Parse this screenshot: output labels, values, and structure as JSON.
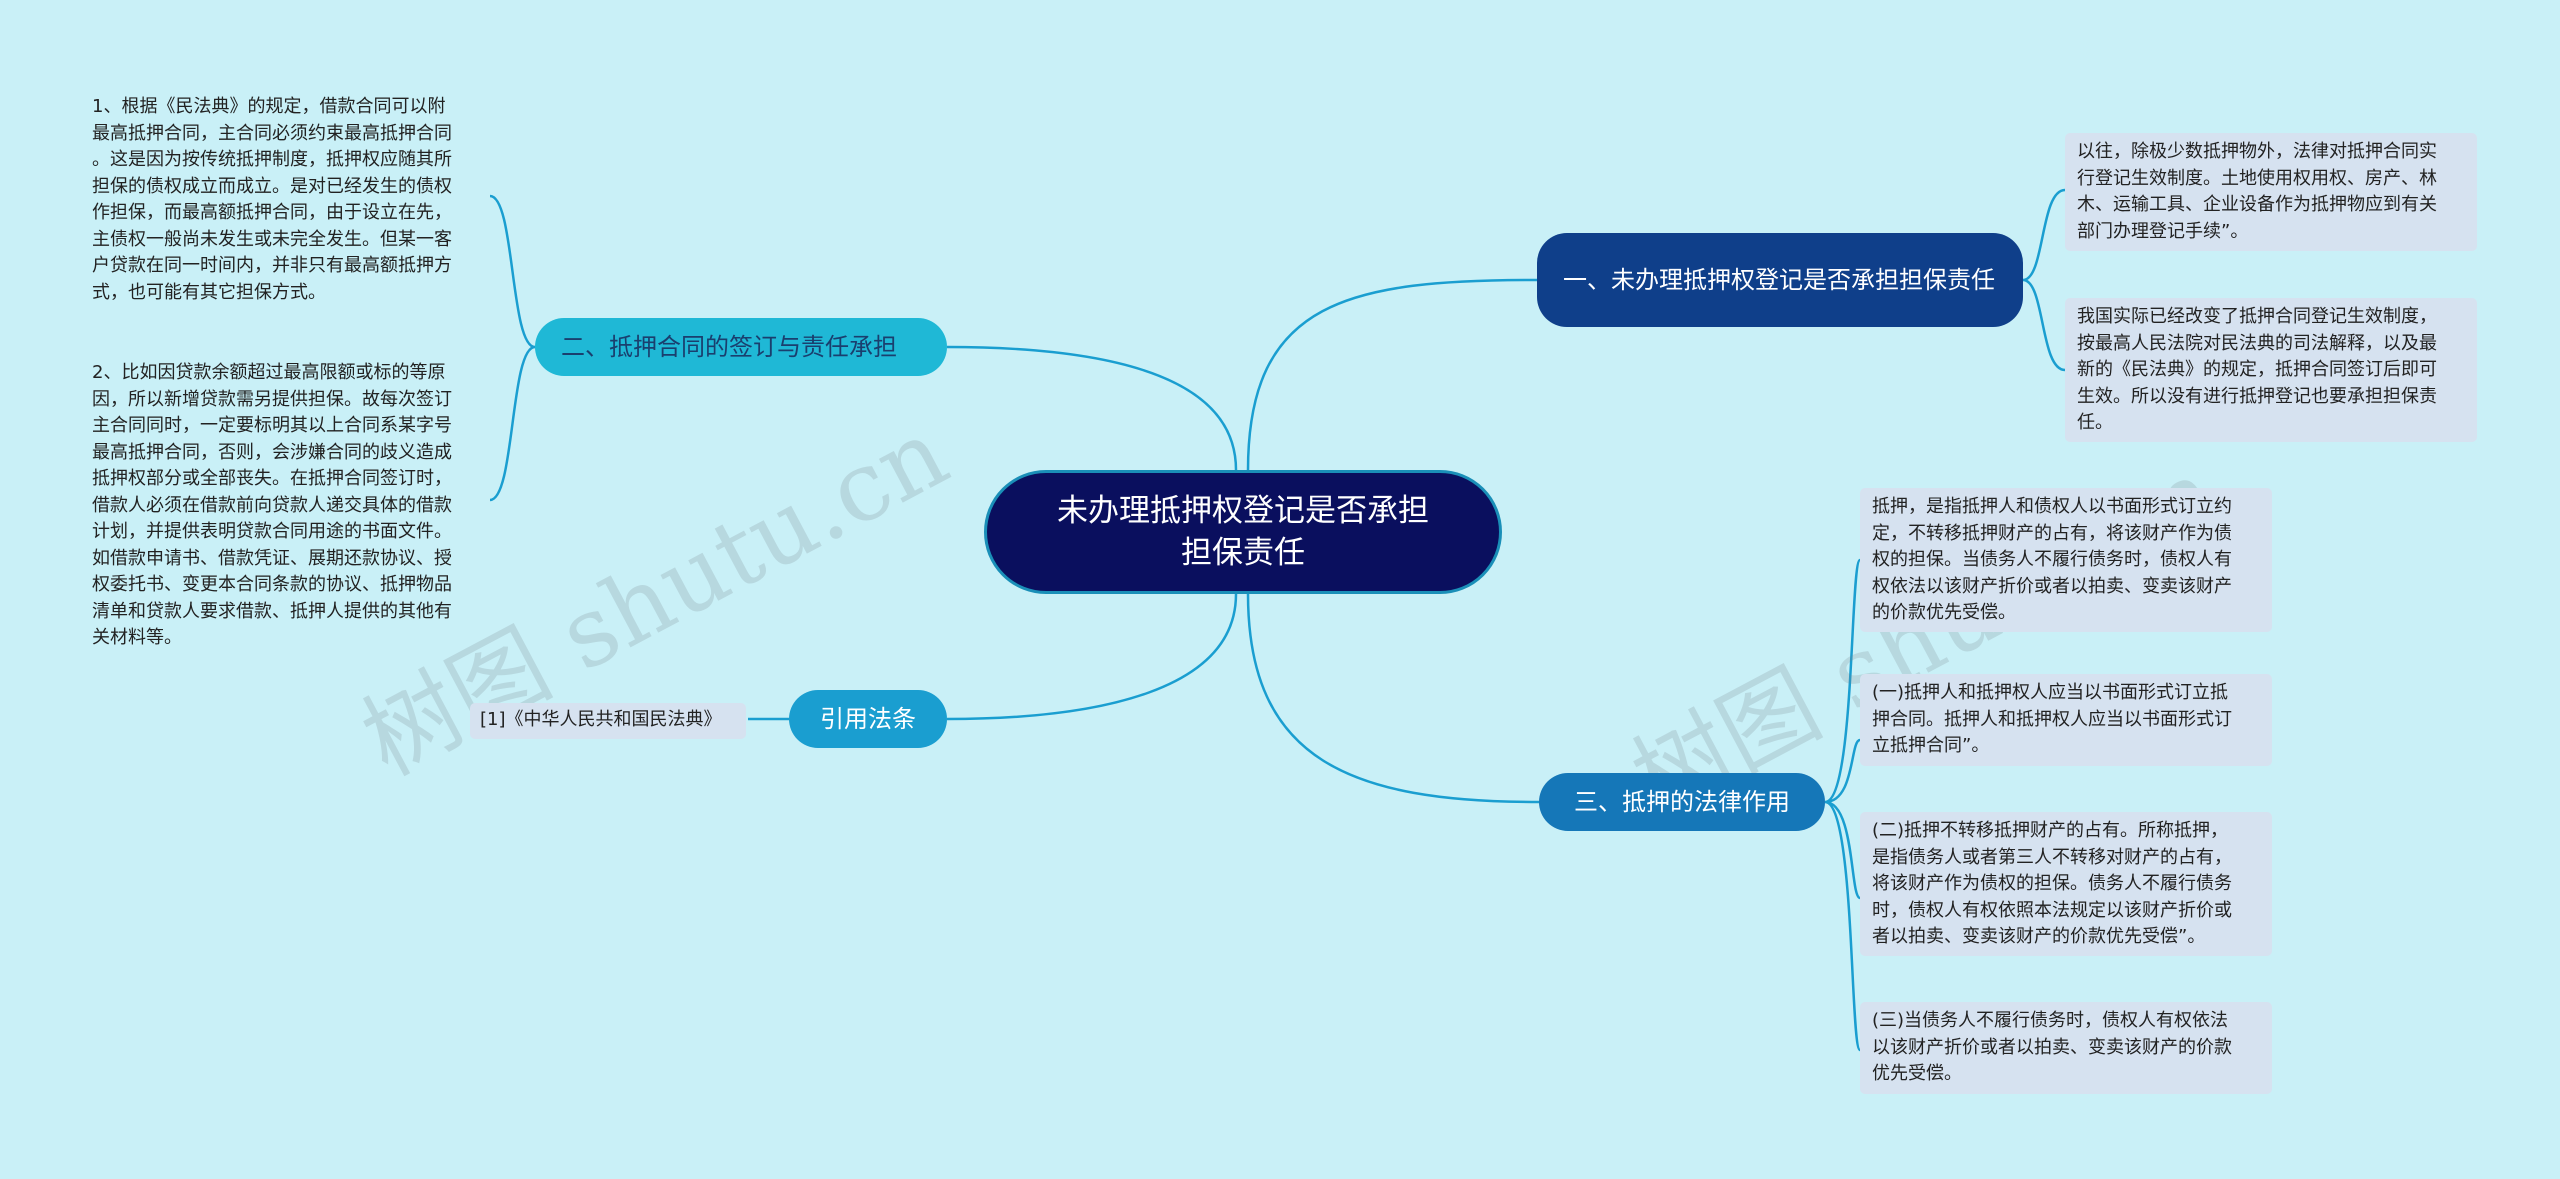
{
  "root": {
    "label": "未办理抵押权登记是否承担担保责任"
  },
  "branches": {
    "b1": {
      "label": "一、未办理抵押权登记是否承担担保责任",
      "leaves": [
        "以往，除极少数抵押物外，法律对抵押合同实\n行登记生效制度。土地使用权用权、房产、林\n木、运输工具、企业设备作为抵押物应到有关\n部门办理登记手续”。",
        "我国实际已经改变了抵押合同登记生效制度，\n按最高人民法院对民法典的司法解释，以及最\n新的《民法典》的规定，抵押合同签订后即可\n生效。所以没有进行抵押登记也要承担担保责\n任。"
      ]
    },
    "b2": {
      "label": "二、抵押合同的签订与责任承担",
      "leaves": [
        "1、根据《民法典》的规定，借款合同可以附\n最高抵押合同，主合同必须约束最高抵押合同\n。这是因为按传统抵押制度，抵押权应随其所\n担保的债权成立而成立。是对已经发生的债权\n作担保，而最高额抵押合同，由于设立在先，\n主债权一般尚未发生或未完全发生。但某一客\n户贷款在同一时间内，并非只有最高额抵押方\n式，也可能有其它担保方式。",
        "2、比如因贷款余额超过最高限额或标的等原\n因，所以新增贷款需另提供担保。故每次签订\n主合同同时，一定要标明其以上合同系某字号\n最高抵押合同，否则，会涉嫌合同的歧义造成\n抵押权部分或全部丧失。在抵押合同签订时，\n借款人必须在借款前向贷款人递交具体的借款\n计划，并提供表明贷款合同用途的书面文件。\n如借款申请书、借款凭证、展期还款协议、授\n权委托书、变更本合同条款的协议、抵押物品\n清单和贷款人要求借款、抵押人提供的其他有\n关材料等。"
      ]
    },
    "b3": {
      "label": "引用法条",
      "leaves": [
        "[1]《中华人民共和国民法典》"
      ]
    },
    "b4": {
      "label": "三、抵押的法律作用",
      "leaves": [
        "抵押，是指抵押人和债权人以书面形式订立约\n定，不转移抵押财产的占有，将该财产作为债\n权的担保。当债务人不履行债务时，债权人有\n权依法以该财产折价或者以拍卖、变卖该财产\n的价款优先受偿。",
        "(一)抵押人和抵押权人应当以书面形式订立抵\n押合同。抵押人和抵押权人应当以书面形式订\n立抵押合同”。",
        "(二)抵押不转移抵押财产的占有。所称抵押，\n是指债务人或者第三人不转移对财产的占有，\n将该财产作为债权的担保。债务人不履行债务\n时，债权人有权依照本法规定以该财产折价或\n者以拍卖、变卖该财产的价款优先受偿”。",
        "(三)当债务人不履行债务时，债权人有权依法\n以该财产折价或者以拍卖、变卖该财产的价款\n优先受偿。"
      ]
    }
  },
  "watermark": {
    "text": "树图 shutu.cn"
  },
  "colors": {
    "background": "#c9f0f7",
    "root": "#0a0f5e",
    "branch1": "#0f3f8a",
    "branch2": "#1fb8d6",
    "branch3": "#1a9ed0",
    "branch4": "#1577b8",
    "leaf": "#d6e2f0",
    "link": "#1a9ed0"
  }
}
